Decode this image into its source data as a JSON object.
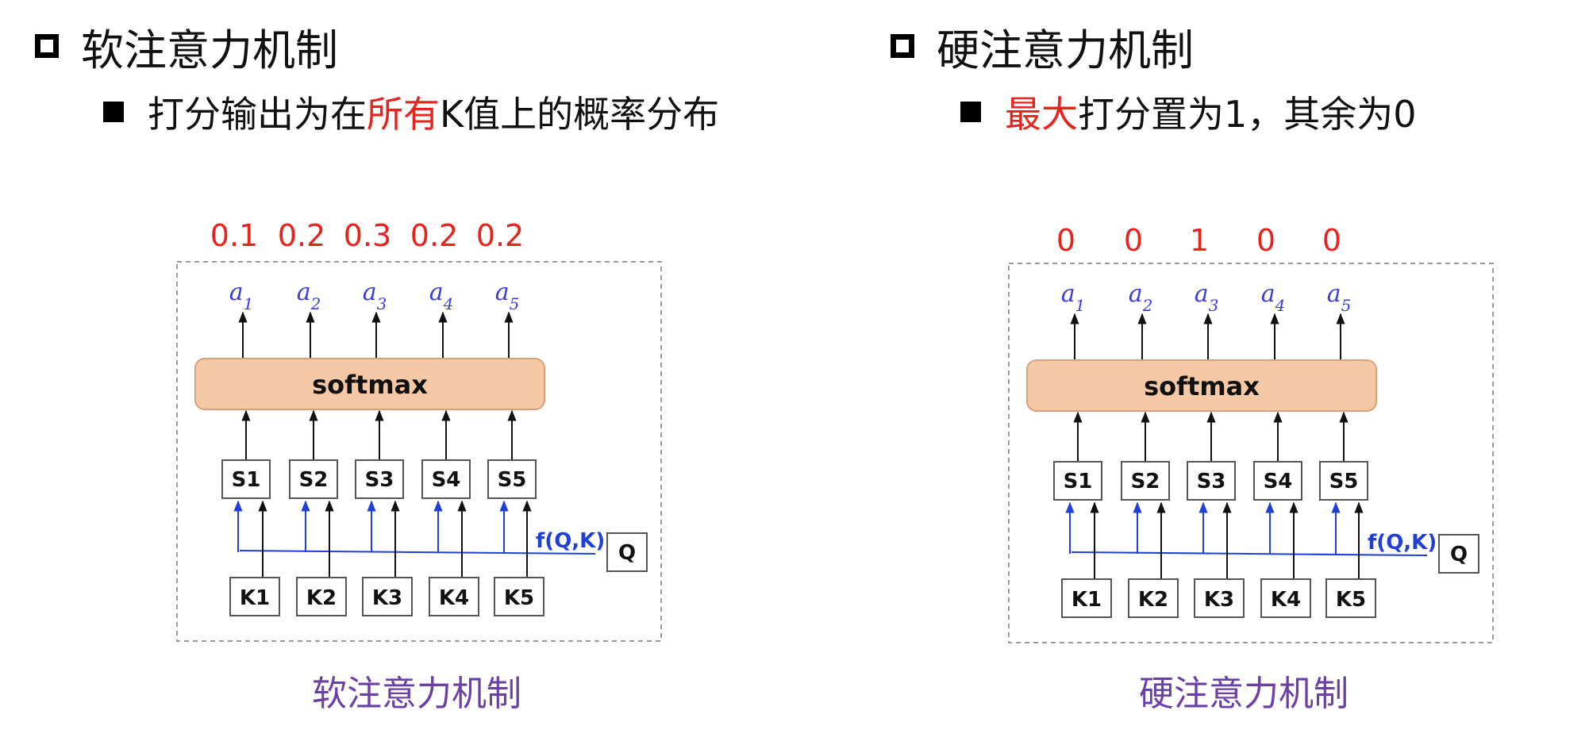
{
  "left": {
    "heading": "软注意力机制",
    "bullet_before": "打分输出为在",
    "bullet_highlight": "所有",
    "bullet_after": "K值上的概率分布",
    "scores": [
      "0.1",
      "0.2",
      "0.3",
      "0.2",
      "0.2"
    ],
    "caption": "软注意力机制"
  },
  "right": {
    "heading": "硬注意力机制",
    "bullet_highlight": "最大",
    "bullet_after": "打分置为1，其余为0",
    "scores": [
      "0",
      "0",
      "1",
      "0",
      "0"
    ],
    "caption": "硬注意力机制"
  },
  "diagram": {
    "alpha_base": "a",
    "alpha_subscripts": [
      "1",
      "2",
      "3",
      "4",
      "5"
    ],
    "softmax_label": "softmax",
    "s_labels": [
      "S1",
      "S2",
      "S3",
      "S4",
      "S5"
    ],
    "k_labels": [
      "K1",
      "K2",
      "K3",
      "K4",
      "K5"
    ],
    "f_label": "f(Q,K)",
    "q_label": "Q"
  },
  "colors": {
    "highlight": "#e8231e",
    "caption": "#6a3fa6",
    "alpha": "#3b3bd6",
    "blue_arrow": "#1f3fd6",
    "softmax_fill": "#f5c9a6",
    "softmax_stroke": "#d9a07a",
    "box_stroke": "#555555"
  }
}
